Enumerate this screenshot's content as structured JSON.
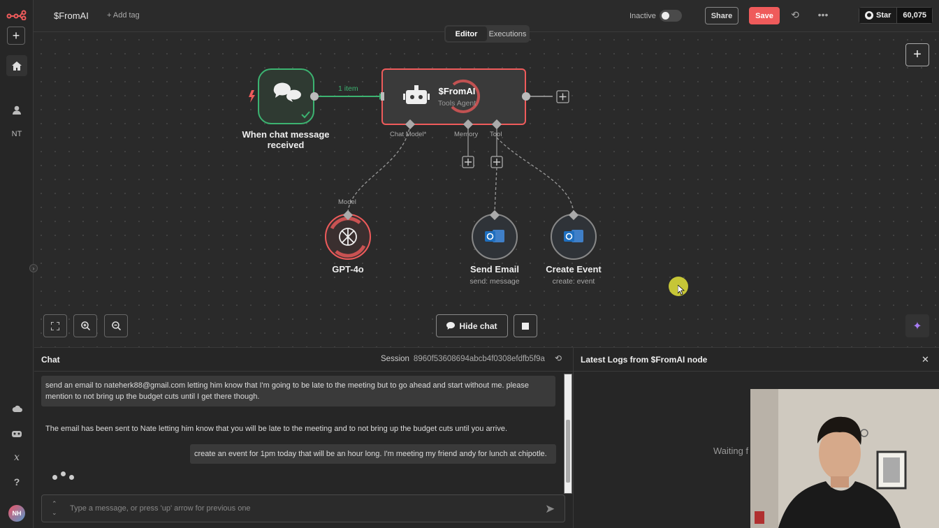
{
  "app": {
    "logo": "n8n-logo",
    "workflow_title": "$FromAI",
    "add_tag": "+ Add tag"
  },
  "sidebar": {
    "items": [
      {
        "name": "add",
        "icon": "plus-icon"
      },
      {
        "name": "home",
        "icon": "home-icon"
      },
      {
        "name": "user",
        "icon": "user-icon"
      },
      {
        "name": "project",
        "label": "NT"
      },
      {
        "name": "cloud",
        "icon": "cloud-icon"
      },
      {
        "name": "templates",
        "icon": "templates-icon"
      },
      {
        "name": "variables",
        "icon": "variables-icon"
      },
      {
        "name": "help",
        "icon": "help-icon"
      }
    ],
    "avatar": "NH"
  },
  "header": {
    "inactive_label": "Inactive",
    "share_label": "Share",
    "save_label": "Save",
    "github_star": "Star",
    "github_count": "60,075"
  },
  "tabs": [
    {
      "label": "Editor",
      "active": true
    },
    {
      "label": "Executions",
      "active": false
    }
  ],
  "canvas": {
    "connection_label": "1 item",
    "nodes": {
      "trigger": {
        "title": "When chat message",
        "title2": "received"
      },
      "agent": {
        "title": "$FromAI",
        "subtitle": "Tools Agent"
      },
      "model": {
        "title": "GPT-4o"
      },
      "send_email": {
        "title": "Send Email",
        "subtitle": "send: message"
      },
      "create_event": {
        "title": "Create Event",
        "subtitle": "create: event"
      }
    },
    "ports": {
      "chat_model": "Chat Model*",
      "memory": "Memory",
      "tool": "Tool",
      "model": "Model"
    },
    "hide_chat_label": "Hide chat"
  },
  "chat": {
    "title": "Chat",
    "session_label": "Session",
    "session_id": "8960f53608694abcb4f0308efdfb5f9a",
    "messages": [
      {
        "role": "user",
        "text1": "send an email to nateherk88@gmail.com letting him know that I'm going to be late to the meeting but to go ahead and start without me. please",
        "text2": "mention to not bring up the budget cuts until I get there though."
      },
      {
        "role": "bot",
        "text": "The email has been sent to Nate letting him know that you will be late to the meeting and to not bring up the budget cuts until you arrive."
      },
      {
        "role": "user",
        "text": "create an event for 1pm today that will be an hour long. I'm meeting my friend andy for lunch at chipotle."
      }
    ],
    "input_placeholder": "Type a message, or press 'up' arrow for previous one"
  },
  "logs": {
    "title": "Latest Logs from $FromAI node",
    "waiting": "Waiting f"
  },
  "colors": {
    "save": "#ef5b5b",
    "trigger_border": "#3cb371",
    "agent_border": "#ef5b5b",
    "accent_purple": "#a77cf2",
    "outlook_blue": "#1e6fbf"
  }
}
